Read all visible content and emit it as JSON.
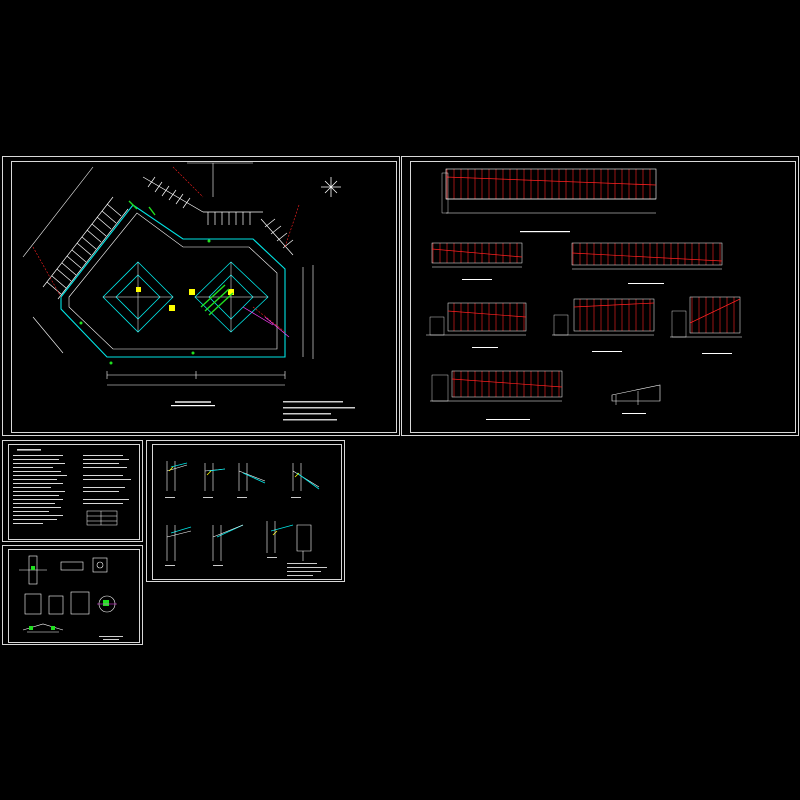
{
  "colors": {
    "background": "#000000",
    "frame": "#d8d8d8",
    "line_white": "#ffffff",
    "line_cyan": "#00e5e5",
    "line_red": "#ff2020",
    "line_yellow": "#ffff00",
    "line_green": "#20e020",
    "line_magenta": "#ff40ff",
    "line_blue": "#4060ff"
  },
  "sheets": {
    "plan": "site-plan-sheet",
    "elevations": "elevation-sheet",
    "notes": "design-notes-sheet",
    "details": "node-detail-sheet",
    "foundation": "foundation-detail-sheet"
  },
  "icons": {
    "north_arrow": "compass-icon"
  },
  "elevations": {
    "panels": [
      {
        "id": "elevation-main"
      },
      {
        "id": "elevation-2"
      },
      {
        "id": "elevation-3"
      },
      {
        "id": "elevation-4"
      },
      {
        "id": "elevation-5"
      },
      {
        "id": "elevation-6"
      },
      {
        "id": "elevation-7"
      }
    ]
  }
}
